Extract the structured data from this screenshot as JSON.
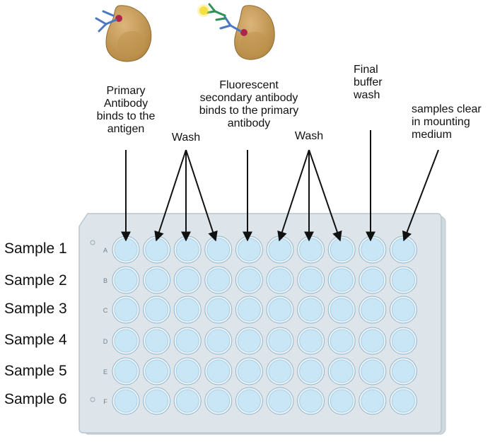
{
  "steps": [
    {
      "label": "Primary\nAntibody\nbinds to the\nantigen"
    },
    {
      "label": "Wash"
    },
    {
      "label": "Fluorescent\nsecondary antibody\nbinds to the primary\nantibody"
    },
    {
      "label": "Wash"
    },
    {
      "label": "Final\nbuffer\nwash"
    },
    {
      "label": "samples clear\nin mounting\nmedium"
    }
  ],
  "samples": [
    "Sample 1",
    "Sample 2",
    "Sample 3",
    "Sample 4",
    "Sample 5",
    "Sample 6"
  ],
  "plate_rows": [
    "A",
    "B",
    "C",
    "D",
    "E",
    "F"
  ],
  "plate_columns": 10,
  "colors": {
    "well_fill": "#c9e6f7",
    "well_stroke": "#8fb7cf",
    "plate_fill": "#dde5ea",
    "plate_stroke": "#b9c6ce",
    "cell": "#c9a15f",
    "antibody_blue": "#4a78c2",
    "antibody_green": "#2e8f5a",
    "fluor": "#f5e042",
    "antigen": "#b0234a"
  },
  "icons": [
    "cell-primary-antibody-icon",
    "cell-secondary-antibody-icon"
  ]
}
